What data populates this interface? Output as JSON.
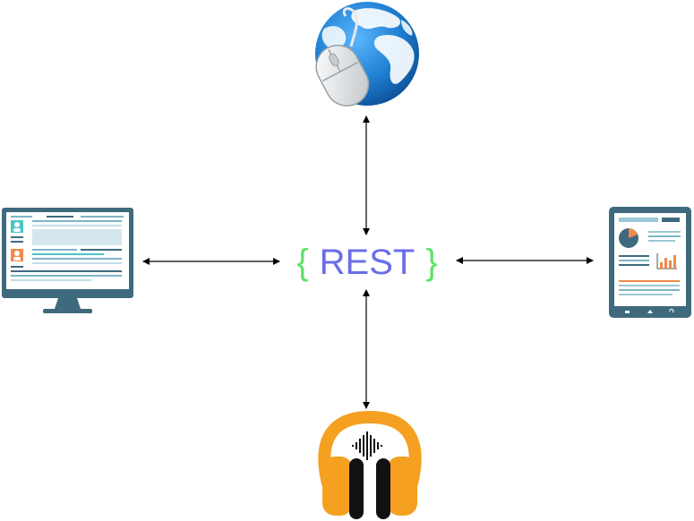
{
  "center": {
    "open_brace": "{",
    "label": "REST",
    "close_brace": "}"
  },
  "nodes": [
    {
      "id": "web",
      "icon": "globe-mouse-icon"
    },
    {
      "id": "desktop",
      "icon": "desktop-monitor-icon"
    },
    {
      "id": "tablet",
      "icon": "tablet-icon"
    },
    {
      "id": "music",
      "icon": "headphones-music-icon"
    }
  ],
  "colors": {
    "brace": "#5ee36a",
    "label": "#6a6de8",
    "arrow": "#000000",
    "globe": "#1f7fd0",
    "monitor": "#3f6a7e",
    "tablet": "#3f6a7e",
    "headphones": "#f5a020"
  }
}
